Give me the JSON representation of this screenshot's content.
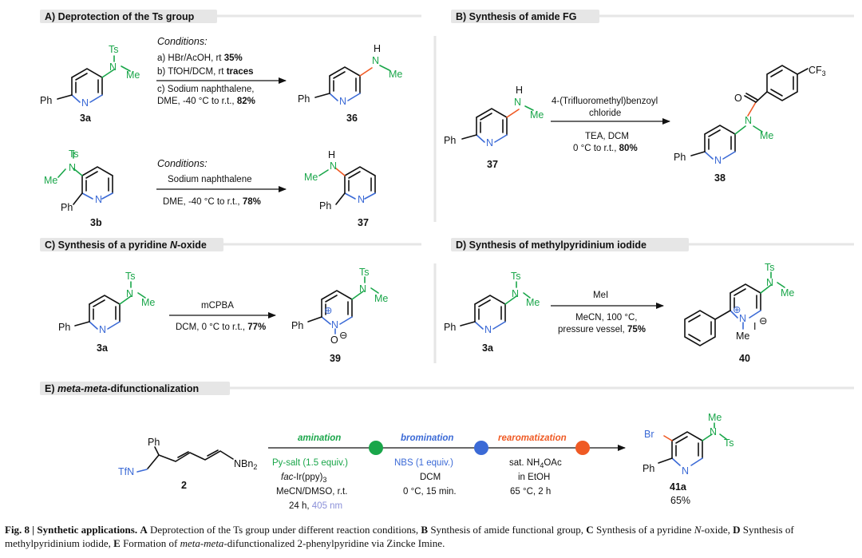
{
  "sections": {
    "a": "A) Deprotection of the Ts group",
    "b": "B) Synthesis of amide FG",
    "c_pre": "C) Synthesis of a pyridine ",
    "c_it": "N",
    "c_post": "-oxide",
    "d": "D) Synthesis of methylpyridinium iodide",
    "e_pre": "E) ",
    "e_it": "meta-meta",
    "e_post": "-difunctionalization"
  },
  "atoms": {
    "ts": "Ts",
    "n": "N",
    "me": "Me",
    "ph": "Ph",
    "h": "H",
    "o": "O",
    "cf3": "CF",
    "three": "3",
    "nbn": "NBn",
    "two": "2",
    "tfn": "TfN",
    "br": "Br",
    "i": "I",
    "plus": "⊕",
    "minus": "⊖"
  },
  "compounds": {
    "c3a": "3a",
    "c3b": "3b",
    "c36": "36",
    "c37": "37",
    "c38": "38",
    "c39": "39",
    "c40": "40",
    "c2": "2",
    "c41a": "41a",
    "c41a_yield": "65%"
  },
  "scheme_a": {
    "conditions_title": "Conditions:",
    "row_a": "a) HBr/AcOH, rt ",
    "row_a_yield": "35%",
    "row_b": "b) TfOH/DCM, rt ",
    "row_b_yield": "traces",
    "row_c1": "c) Sodium naphthalene,",
    "row_c2": "DME, -40 °C to r.t., ",
    "row_c2_yield": "82%",
    "cond2_title": "Conditions:",
    "cond2_line1": "Sodium naphthalene",
    "cond2_line2": "DME, -40 °C to r.t., ",
    "cond2_yield": "78%"
  },
  "scheme_b": {
    "reagent1": "4-(Trifluoromethyl)benzoyl",
    "reagent2": "chloride",
    "cond1": "TEA, DCM",
    "cond2": "0 °C to r.t., ",
    "yield": "80%"
  },
  "scheme_c": {
    "reagent": "mCPBA",
    "cond": "DCM, 0 °C to r.t., ",
    "yield": "77%"
  },
  "scheme_d": {
    "reagent": "MeI",
    "cond1": "MeCN, 100 °C,",
    "cond2": "pressure vessel, ",
    "yield": "75%"
  },
  "scheme_e": {
    "stage1": "amination",
    "stage2": "bromination",
    "stage3": "rearomatization",
    "s1_l1": "Py-salt (1.5 equiv.)",
    "s1_l2a": "fac",
    "s1_l2b": "-Ir(ppy)",
    "s1_l2c": "3",
    "s1_l3": "MeCN/DMSO, r.t.",
    "s1_l4a": "24 h, ",
    "s1_l4b": "405 nm",
    "s2_l1": "NBS (1 equiv.)",
    "s2_l2": "DCM",
    "s2_l3": "0 °C, 15 min.",
    "s3_l1a": "sat. NH",
    "s3_l1b": "4",
    "s3_l1c": "OAc",
    "s3_l2": "in EtOH",
    "s3_l3": "65 °C, 2 h"
  },
  "colors": {
    "nitrogen": "#3b6ad6",
    "sulfonyl": "#1aa64a",
    "bond_new": "#ef5a24",
    "amination_dot": "#1aa64a",
    "bromination_dot": "#3b6ad6",
    "rearomatization_dot": "#ef5a24",
    "wavelength": "#8a8fd8"
  },
  "caption": {
    "fig": "Fig. 8 | Synthetic applications.",
    "a": "A",
    "a_text": " Deprotection of the Ts group under different reaction conditions, ",
    "b": "B",
    "b_text": " Synthesis of amide functional group, ",
    "c": "C",
    "c_text": " Synthesis of a pyridine ",
    "c_n": "N",
    "c_tail": "-oxide, ",
    "d": "D",
    "d_text": " Synthesis of methylpyridinium iodide, ",
    "e": "E",
    "e_text": " Formation of ",
    "e_it": "meta-meta",
    "e_tail": "-difunctionalized 2-phenylpyridine via Zincke Imine."
  }
}
